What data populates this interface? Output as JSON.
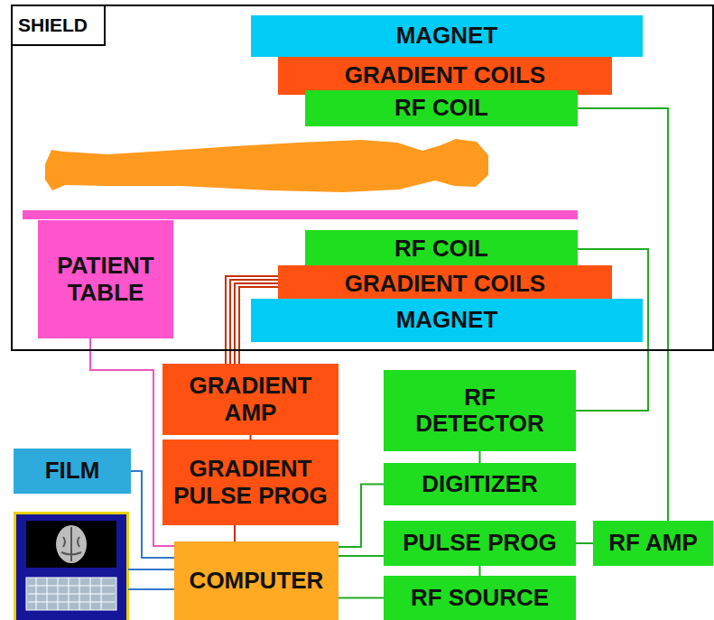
{
  "diagram": {
    "nodes": [
      {
        "text": [
          "SHIELD"
        ]
      },
      {
        "text": [
          "MAGNET"
        ],
        "in": 0
      },
      {
        "text": [
          "GRADIENT COILS"
        ],
        "in": 0
      },
      {
        "text": [
          "RF COIL"
        ],
        "in": 0
      },
      {
        "text": [
          "PATIENT TABLE"
        ],
        "in": 0
      },
      {
        "text": [
          "RF COIL"
        ],
        "in": 0
      },
      {
        "text": [
          "GRADIENT COILS"
        ],
        "in": 0
      },
      {
        "text": [
          "MAGNET"
        ],
        "in": 0
      },
      {
        "text": [
          "GRADIENT AMP"
        ]
      },
      {
        "text": [
          "RF DETECTOR"
        ]
      },
      {
        "text": [
          "FILM"
        ]
      },
      {
        "text": [
          "GRADIENT PULSE PROG"
        ]
      },
      {
        "text": [
          "DIGITIZER"
        ]
      },
      {
        "text": [
          "PULSE PROG"
        ]
      },
      {
        "text": [
          "RF AMP"
        ]
      },
      {
        "text": [
          "COMPUTER"
        ]
      },
      {
        "text": [
          "RF SOURCE"
        ]
      }
    ],
    "edges": [
      {
        "from": 3,
        "to": 14,
        "arrow": "none"
      },
      {
        "from": 5,
        "to": 9,
        "arrow": "none"
      },
      {
        "from": 8,
        "to": 6,
        "arrow": "none"
      },
      {
        "from": 8,
        "to": 11,
        "arrow": "none"
      },
      {
        "from": 11,
        "to": 15,
        "arrow": "none"
      },
      {
        "from": 4,
        "to": 15,
        "arrow": "none"
      },
      {
        "from": 10,
        "to": 15,
        "arrow": "none"
      },
      {
        "from": 9,
        "to": 12,
        "arrow": "none"
      },
      {
        "from": 12,
        "to": 15,
        "arrow": "none"
      },
      {
        "from": 15,
        "to": 13,
        "arrow": "none"
      },
      {
        "from": 15,
        "to": 16,
        "arrow": "none"
      },
      {
        "from": 13,
        "to": 16,
        "arrow": "none"
      },
      {
        "from": 13,
        "to": 14,
        "arrow": "none"
      }
    ]
  }
}
